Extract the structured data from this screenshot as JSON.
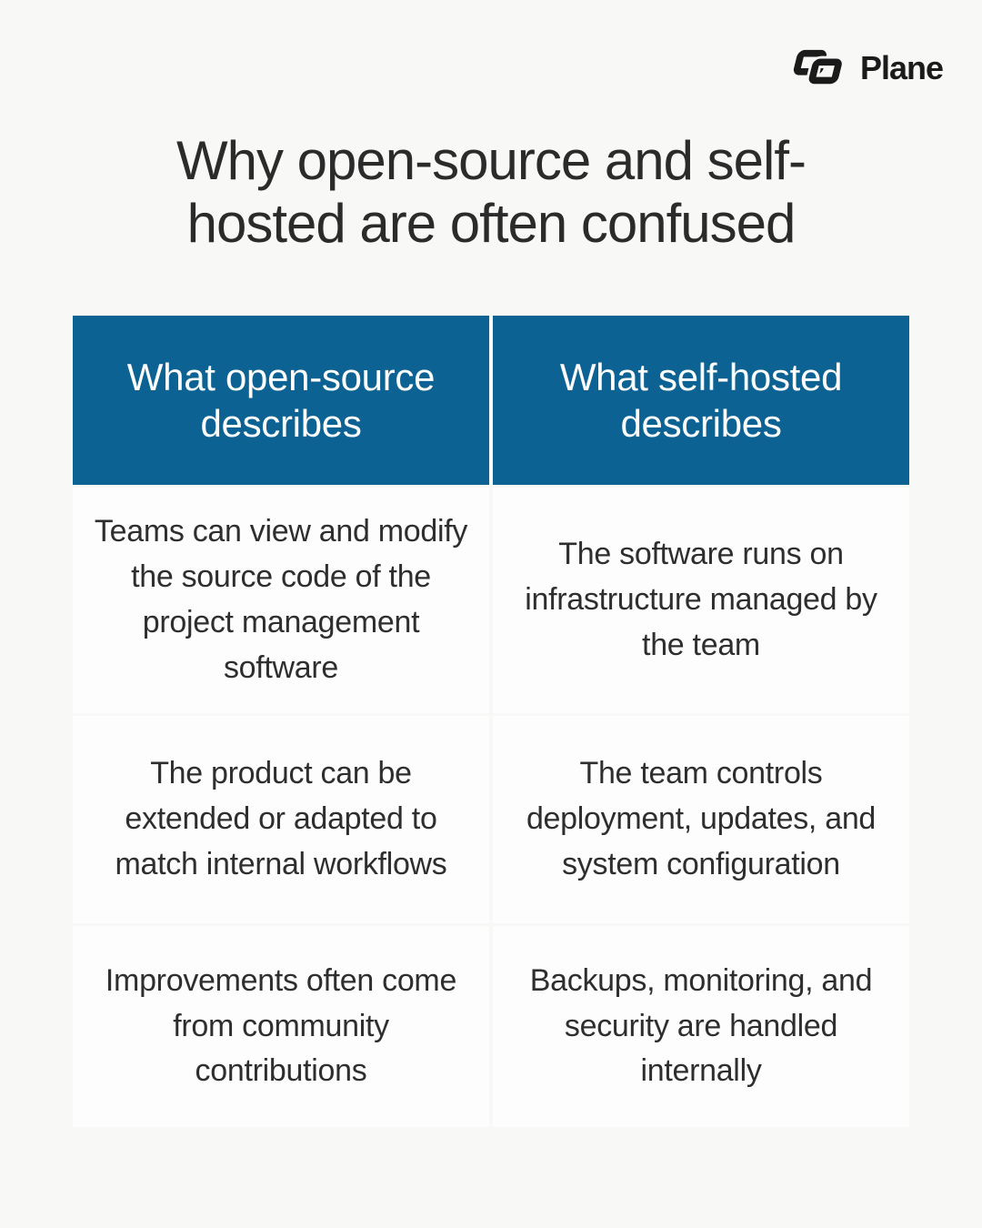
{
  "brand": {
    "name": "Plane",
    "logo_icon": "plane-logo-icon",
    "logo_color": "#1b1b1b"
  },
  "title": {
    "text": "Why open-source and self-hosted are often confused",
    "lines": [
      "Why open-source and self-",
      "hosted are often confused"
    ]
  },
  "table": {
    "headers": [
      "What open-source describes",
      "What self-hosted describes"
    ],
    "rows": [
      [
        "Teams can view and modify the source code of the project management software",
        "The software runs on infrastructure managed by the team"
      ],
      [
        "The product can be extended or adapted to match internal workflows",
        "The team controls deployment, updates, and system configuration"
      ],
      [
        "Improvements often come from community contributions",
        "Backups, monitoring, and security are handled internally"
      ]
    ]
  },
  "colors": {
    "page_bg": "#f8f8f6",
    "header_bg": "#0c6292",
    "header_text": "#fdfdfd",
    "cell_bg": "#fdfdfd",
    "title_text": "#2b2b2b",
    "body_text": "#2e2e2e",
    "logo": "#1b1b1b"
  }
}
